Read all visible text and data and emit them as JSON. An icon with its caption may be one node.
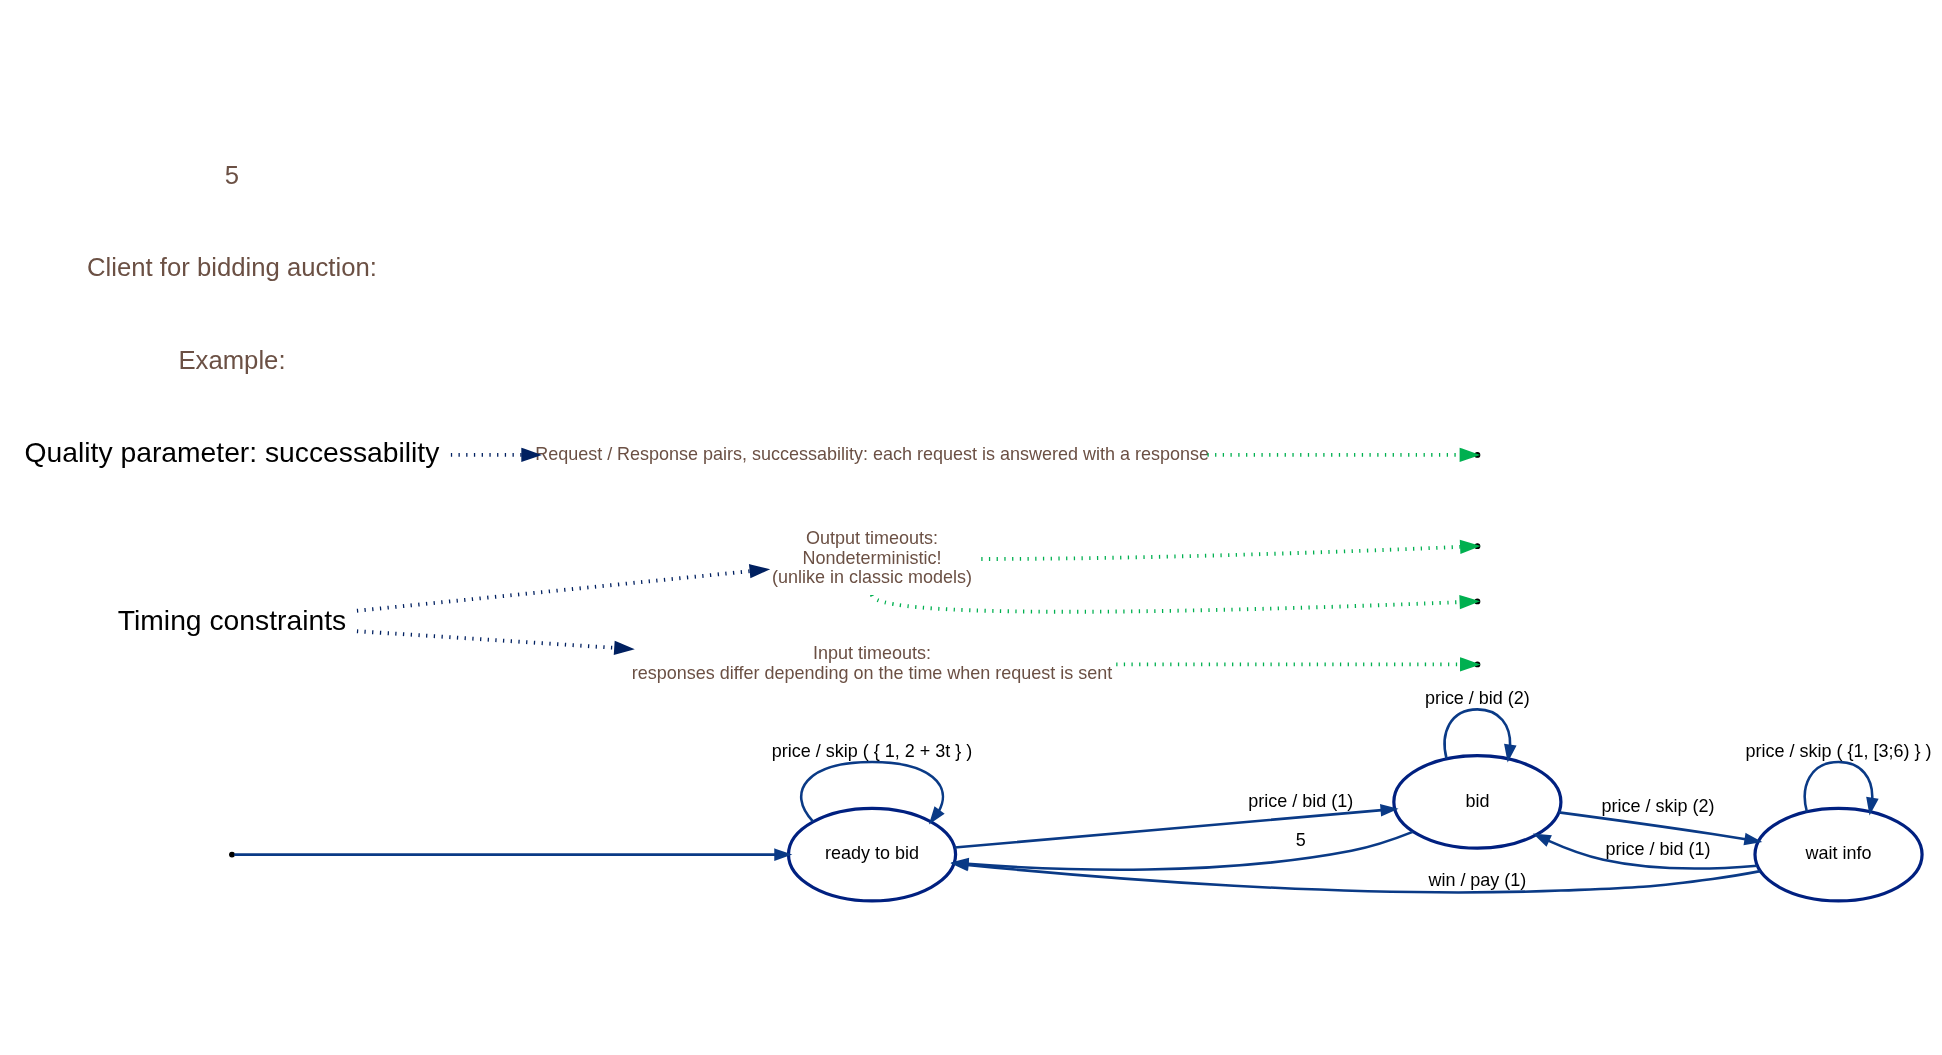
{
  "diagram": {
    "nodes": [
      {
        "text": [
          "ready to bid"
        ]
      },
      {
        "text": [
          "bid"
        ]
      },
      {
        "text": [
          "wait info"
        ]
      },
      {
        "text": [
          "Output timeouts:",
          "Nondeterministic!",
          "(unlike in classic models)"
        ]
      },
      {
        "text": [
          "Input timeouts:",
          "responses differ depending on the time when request is sent"
        ]
      },
      {
        "text": [
          "Request / Response pairs, successability: each request is answered with a response"
        ]
      },
      {
        "text": [
          "Timing constraints"
        ]
      },
      {
        "text": [
          "Quality parameter: successability"
        ]
      }
    ],
    "edges": [
      {
        "from": null,
        "to": 0,
        "arrow": "to"
      },
      {
        "from": 0,
        "to": 0,
        "arrow": "to",
        "label": "price / skip ( { 1, 2 + 3t } )"
      },
      {
        "from": 0,
        "to": 1,
        "arrow": "to",
        "label": "price / bid (1)"
      },
      {
        "from": 1,
        "to": 0,
        "arrow": "to",
        "label": "5"
      },
      {
        "from": 1,
        "to": 1,
        "arrow": "to",
        "label": "price / bid (2)"
      },
      {
        "from": 2,
        "to": 0,
        "arrow": "to",
        "label": "win / pay (1)"
      },
      {
        "from": 2,
        "to": 1,
        "arrow": "to",
        "label": "price / bid (1)"
      },
      {
        "from": 1,
        "to": 2,
        "arrow": "to",
        "label": "price / skip (2)"
      },
      {
        "from": 2,
        "to": 2,
        "arrow": "to",
        "label": "price / skip ( {1, [3;6) } )"
      },
      {
        "from": 3,
        "to": null,
        "arrow": "to",
        "style": "dashed",
        "color": "#00b050"
      },
      {
        "from": 3,
        "to": null,
        "arrow": "to",
        "style": "dashed",
        "color": "#00b050"
      },
      {
        "from": 4,
        "to": null,
        "arrow": "to",
        "style": "dashed",
        "color": "#00b050"
      },
      {
        "from": 5,
        "to": null,
        "arrow": "to",
        "style": "dashed",
        "color": "#00b050"
      },
      {
        "from": 6,
        "to": 3,
        "arrow": "to",
        "style": "dashed",
        "color": "#002060"
      },
      {
        "from": 6,
        "to": 4,
        "arrow": "to",
        "style": "dashed",
        "color": "#002060"
      },
      {
        "from": 7,
        "to": 5,
        "arrow": "to",
        "style": "dashed",
        "color": "#002060"
      }
    ],
    "labels": [
      "Example:",
      "Client for bidding auction:",
      "5"
    ]
  }
}
